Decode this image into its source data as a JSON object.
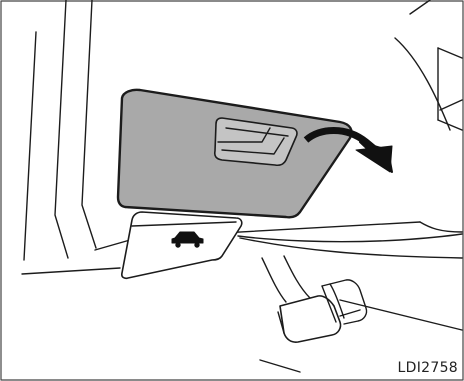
{
  "figure": {
    "code": "LDI2758"
  },
  "components": {
    "cover": {
      "icon": "fuel-lid-cover"
    },
    "hood_release": {
      "icon": "car-hood-icon"
    },
    "arrow": {
      "icon": "curved-arrow-right"
    },
    "pedal": {
      "icon": "brake-pedal"
    }
  },
  "colors": {
    "line": "#1c1c1c",
    "cover_fill": "#a9a9a9",
    "background": "#ffffff"
  }
}
